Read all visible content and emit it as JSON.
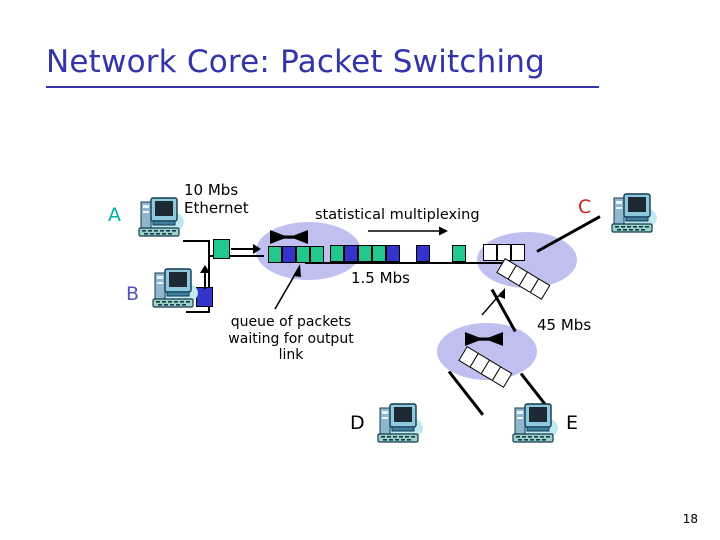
{
  "slide": {
    "title": "Network Core: Packet Switching",
    "page_number": "18",
    "title_color": "#3333aa",
    "background": "#ffffff"
  },
  "labels": {
    "ethernet": "10 Mbs\nEthernet",
    "stat_mux": "statistical multiplexing",
    "link_rate_center": "1.5 Mbs",
    "link_rate_lower": "45 Mbs",
    "queue_caption": "queue of packets\nwaiting for output\nlink"
  },
  "nodes": [
    {
      "id": "A",
      "label": "A",
      "color": "#00b0a0",
      "icon": "computer-icon"
    },
    {
      "id": "B",
      "label": "B",
      "color": "#5555bb",
      "icon": "computer-icon"
    },
    {
      "id": "C",
      "label": "C",
      "color": "#cc2222",
      "icon": "computer-icon"
    },
    {
      "id": "D",
      "label": "D",
      "color": "#000000",
      "icon": "computer-icon"
    },
    {
      "id": "E",
      "label": "E",
      "color": "#000000",
      "icon": "computer-icon"
    }
  ],
  "routers": [
    {
      "id": "R1",
      "name": "upper-router",
      "symbol": "bowtie-router-icon",
      "queue_packets": [
        "green",
        "blue",
        "green",
        "green"
      ]
    },
    {
      "id": "R2",
      "name": "right-router",
      "symbol": "none",
      "queue_packets": [
        "empty",
        "empty",
        "empty"
      ],
      "diagonal_packets": [
        "empty",
        "empty",
        "empty",
        "empty"
      ]
    },
    {
      "id": "R3",
      "name": "lower-router",
      "symbol": "bowtie-router-icon",
      "diagonal_packets": [
        "empty",
        "empty",
        "empty",
        "empty"
      ]
    }
  ],
  "packet_stream": {
    "description": "packets traveling on the 1.5 Mbs link",
    "colors": [
      "green",
      "blue",
      "green",
      "green",
      "blue",
      "gap",
      "blue",
      "gap",
      "green"
    ]
  },
  "source_packets": {
    "a_packet": "green",
    "b_packet": "blue"
  },
  "colors": {
    "packet_green": "#22c78e",
    "packet_blue": "#3333cc",
    "cloud": "#c0c0f0",
    "line": "#000000"
  }
}
